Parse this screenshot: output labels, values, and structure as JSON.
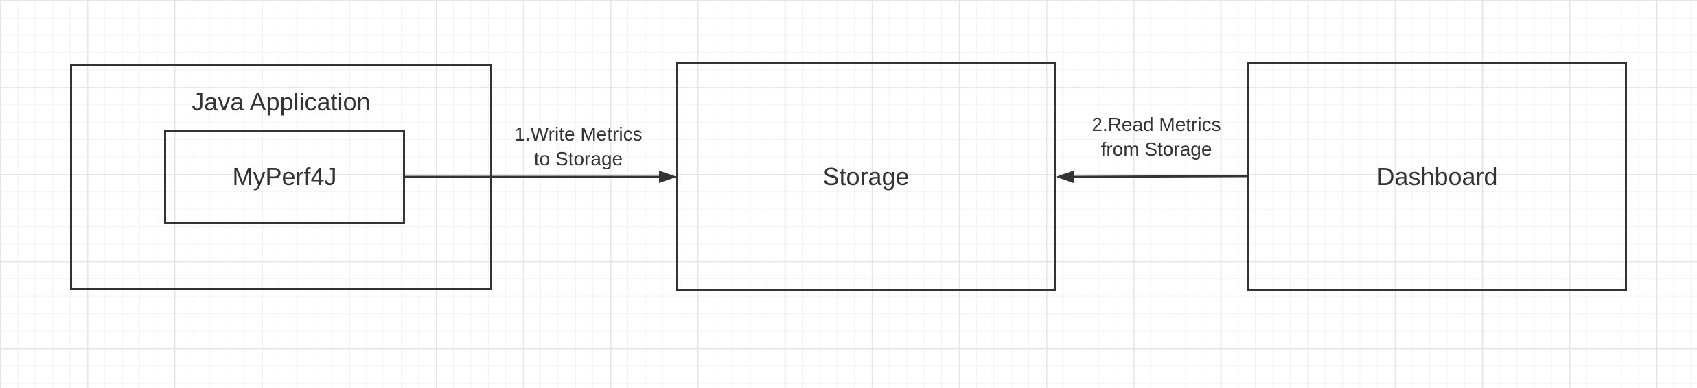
{
  "diagram": {
    "nodes": {
      "java_application": {
        "label": "Java Application"
      },
      "myperf4j": {
        "label": "MyPerf4J"
      },
      "storage": {
        "label": "Storage"
      },
      "dashboard": {
        "label": "Dashboard"
      }
    },
    "edges": {
      "write_metrics": {
        "from": "MyPerf4J",
        "to": "Storage",
        "label_lines": [
          "1.Write Metrics",
          "to Storage"
        ]
      },
      "read_metrics": {
        "from": "Dashboard",
        "to": "Storage",
        "label_lines": [
          "2.Read Metrics",
          "from Storage"
        ]
      }
    }
  },
  "style": {
    "stroke_color": "#333333",
    "grid_color": "#e6e6e6"
  }
}
